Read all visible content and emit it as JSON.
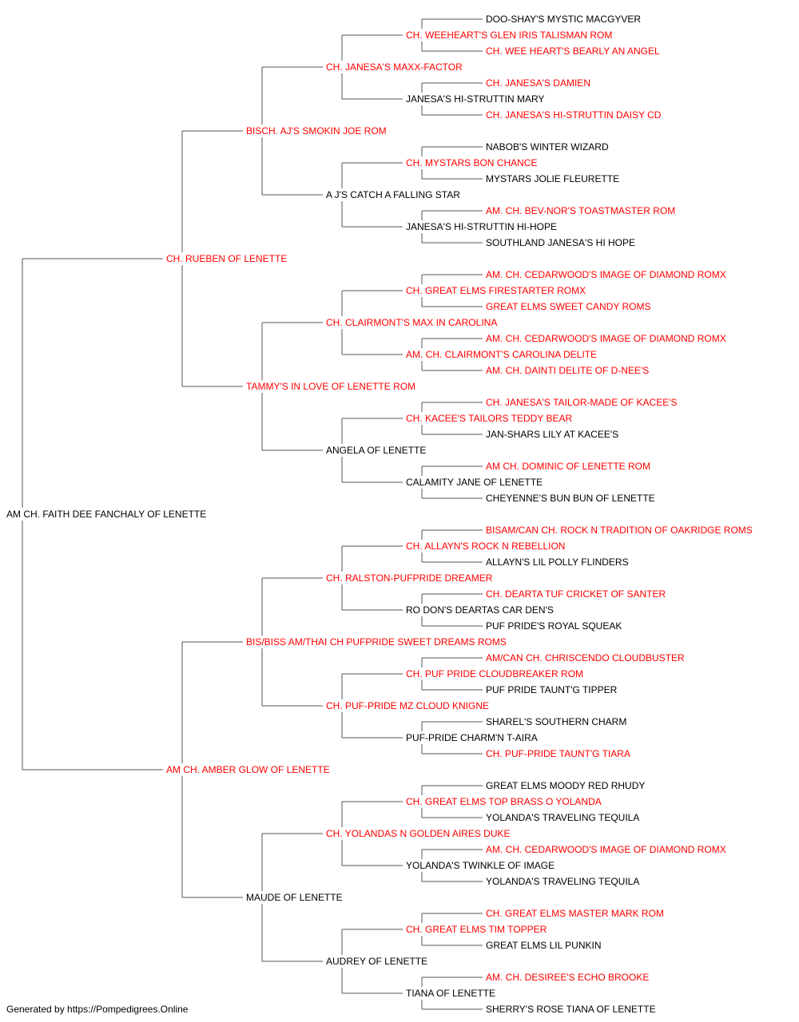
{
  "colors": {
    "champion": "#ff0000",
    "normal": "#000000",
    "line": "#555555"
  },
  "pedigree": {
    "name": "AM CH. FAITH DEE FANCHALY OF LENETTE",
    "champion": false,
    "sire": {
      "name": "CH. RUEBEN OF LENETTE",
      "champion": true,
      "sire": {
        "name": "BISCH. AJ'S SMOKIN JOE ROM",
        "champion": true,
        "sire": {
          "name": "CH. JANESA'S MAXX-FACTOR",
          "champion": true,
          "sire": {
            "name": "CH. WEEHEART'S GLEN IRIS TALISMAN ROM",
            "champion": true,
            "sire": {
              "name": "DOO-SHAY'S MYSTIC MACGYVER",
              "champion": false
            },
            "dam": {
              "name": "CH. WEE HEART'S BEARLY AN ANGEL",
              "champion": true
            }
          },
          "dam": {
            "name": "JANESA'S HI-STRUTTIN MARY",
            "champion": false,
            "sire": {
              "name": "CH. JANESA'S DAMIEN",
              "champion": true
            },
            "dam": {
              "name": "CH. JANESA'S HI-STRUTTIN DAISY CD",
              "champion": true
            }
          }
        },
        "dam": {
          "name": "A J'S CATCH A FALLING STAR",
          "champion": false,
          "sire": {
            "name": "CH. MYSTARS BON CHANCE",
            "champion": true,
            "sire": {
              "name": "NABOB'S WINTER WIZARD",
              "champion": false
            },
            "dam": {
              "name": "MYSTARS JOLIE FLEURETTE",
              "champion": false
            }
          },
          "dam": {
            "name": "JANESA'S HI-STRUTTIN HI-HOPE",
            "champion": false,
            "sire": {
              "name": "AM. CH. BEV-NOR'S TOASTMASTER ROM",
              "champion": true
            },
            "dam": {
              "name": "SOUTHLAND JANESA'S HI HOPE",
              "champion": false
            }
          }
        }
      },
      "dam": {
        "name": "TAMMY'S IN LOVE OF LENETTE ROM",
        "champion": true,
        "sire": {
          "name": "CH. CLAIRMONT'S MAX IN CAROLINA",
          "champion": true,
          "sire": {
            "name": "CH. GREAT ELMS FIRESTARTER ROMX",
            "champion": true,
            "sire": {
              "name": "AM. CH. CEDARWOOD'S IMAGE OF DIAMOND ROMX",
              "champion": true
            },
            "dam": {
              "name": "GREAT ELMS SWEET CANDY ROMS",
              "champion": true
            }
          },
          "dam": {
            "name": "AM. CH. CLAIRMONT'S CAROLINA DELITE",
            "champion": true,
            "sire": {
              "name": "AM. CH. CEDARWOOD'S IMAGE OF DIAMOND ROMX",
              "champion": true
            },
            "dam": {
              "name": "AM. CH. DAINTI DELITE OF D-NEE'S",
              "champion": true
            }
          }
        },
        "dam": {
          "name": "ANGELA OF LENETTE",
          "champion": false,
          "sire": {
            "name": "CH. KACEE'S TAILORS TEDDY BEAR",
            "champion": true,
            "sire": {
              "name": "CH. JANESA'S TAILOR-MADE OF KACEE'S",
              "champion": true
            },
            "dam": {
              "name": "JAN-SHARS LILY AT KACEE'S",
              "champion": false
            }
          },
          "dam": {
            "name": "CALAMITY JANE OF LENETTE",
            "champion": false,
            "sire": {
              "name": "AM CH. DOMINIC OF LENETTE ROM",
              "champion": true
            },
            "dam": {
              "name": "CHEYENNE'S BUN BUN OF LENETTE",
              "champion": false
            }
          }
        }
      }
    },
    "dam": {
      "name": "AM CH. AMBER GLOW OF LENETTE",
      "champion": true,
      "sire": {
        "name": "BIS/BISS AM/THAI CH PUFPRIDE SWEET DREAMS ROMS",
        "champion": true,
        "sire": {
          "name": "CH. RALSTON-PUFPRIDE DREAMER",
          "champion": true,
          "sire": {
            "name": "CH. ALLAYN'S ROCK N REBELLION",
            "champion": true,
            "sire": {
              "name": "BISAM/CAN CH. ROCK N TRADITION OF OAKRIDGE ROMS",
              "champion": true
            },
            "dam": {
              "name": "ALLAYN'S LIL POLLY FLINDERS",
              "champion": false
            }
          },
          "dam": {
            "name": "RO DON'S DEARTAS CAR DEN'S",
            "champion": false,
            "sire": {
              "name": "CH. DEARTA TUF CRICKET OF SANTER",
              "champion": true
            },
            "dam": {
              "name": "PUF PRIDE'S ROYAL SQUEAK",
              "champion": false
            }
          }
        },
        "dam": {
          "name": "CH. PUF-PRIDE MZ CLOUD KNIGNE",
          "champion": true,
          "sire": {
            "name": "CH. PUF PRIDE CLOUDBREAKER ROM",
            "champion": true,
            "sire": {
              "name": "AM/CAN CH. CHRISCENDO CLOUDBUSTER",
              "champion": true
            },
            "dam": {
              "name": "PUF PRIDE TAUNT'G TIPPER",
              "champion": false
            }
          },
          "dam": {
            "name": "PUF-PRIDE CHARM'N T-AIRA",
            "champion": false,
            "sire": {
              "name": "SHAREL'S SOUTHERN CHARM",
              "champion": false
            },
            "dam": {
              "name": "CH. PUF-PRIDE TAUNT'G TIARA",
              "champion": true
            }
          }
        }
      },
      "dam": {
        "name": "MAUDE OF LENETTE",
        "champion": false,
        "sire": {
          "name": "CH. YOLANDAS N GOLDEN AIRES DUKE",
          "champion": true,
          "sire": {
            "name": "CH. GREAT ELMS TOP BRASS O YOLANDA",
            "champion": true,
            "sire": {
              "name": "GREAT ELMS MOODY RED RHUDY",
              "champion": false
            },
            "dam": {
              "name": "YOLANDA'S TRAVELING TEQUILA",
              "champion": false
            }
          },
          "dam": {
            "name": "YOLANDA'S TWINKLE OF IMAGE",
            "champion": false,
            "sire": {
              "name": "AM. CH. CEDARWOOD'S IMAGE OF DIAMOND ROMX",
              "champion": true
            },
            "dam": {
              "name": "YOLANDA'S TRAVELING TEQUILA",
              "champion": false
            }
          }
        },
        "dam": {
          "name": "AUDREY OF LENETTE",
          "champion": false,
          "sire": {
            "name": "CH. GREAT ELMS TIM TOPPER",
            "champion": true,
            "sire": {
              "name": "CH. GREAT ELMS MASTER MARK ROM",
              "champion": true
            },
            "dam": {
              "name": "GREAT ELMS LIL PUNKIN",
              "champion": false
            }
          },
          "dam": {
            "name": "TIANA OF LENETTE",
            "champion": false,
            "sire": {
              "name": "AM. CH. DESIREE'S ECHO BROOKE",
              "champion": true
            },
            "dam": {
              "name": "SHERRY'S ROSE TIANA OF LENETTE",
              "champion": false
            }
          }
        }
      }
    }
  },
  "footer": {
    "text": "Generated by https://Pompedigrees.Online"
  }
}
